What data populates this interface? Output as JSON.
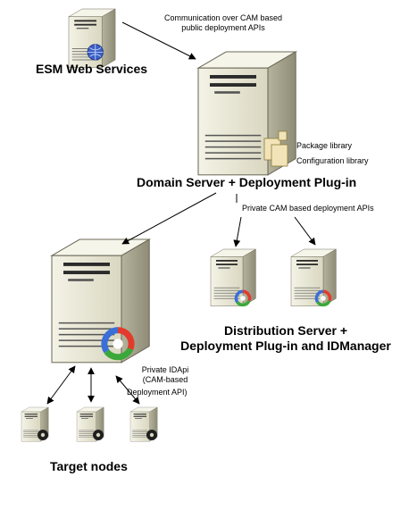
{
  "labels": {
    "esm_web_services": "ESM Web Services",
    "domain_server": "Domain Server + Deployment Plug-in",
    "distribution_line1": "Distribution Server +",
    "distribution_line2": "Deployment Plug-in and IDManager",
    "target_nodes": "Target nodes",
    "communication_line1": "Communication over CAM based",
    "communication_line2": "public deployment APIs",
    "package_library": "Package library",
    "configuration_library": "Configuration library",
    "private_cam_apis": "Private CAM based deployment APIs",
    "private_idapi_line1": "Private IDApi",
    "private_idapi_line2": "(CAM-based",
    "private_idapi_line3": "Deployment API)"
  },
  "colors": {
    "server_front": "#e8e6d2",
    "server_side": "#a8a690",
    "server_top": "#f6f5ea",
    "slot": "#2b2b2b",
    "globe": "#3b5fc4",
    "cycle_red": "#e23b2e",
    "cycle_green": "#3aa83a",
    "cycle_blue": "#3a6fd8",
    "folder": "#f2e4b8"
  }
}
